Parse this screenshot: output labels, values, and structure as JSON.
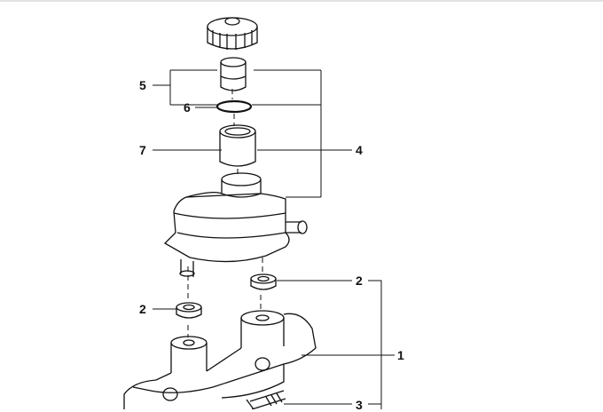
{
  "diagram": {
    "callouts": [
      {
        "id": "5",
        "label": "5"
      },
      {
        "id": "6",
        "label": "6"
      },
      {
        "id": "7",
        "label": "7"
      },
      {
        "id": "4",
        "label": "4"
      },
      {
        "id": "2a",
        "label": "2"
      },
      {
        "id": "2b",
        "label": "2"
      },
      {
        "id": "1",
        "label": "1"
      },
      {
        "id": "3",
        "label": "3"
      }
    ]
  }
}
